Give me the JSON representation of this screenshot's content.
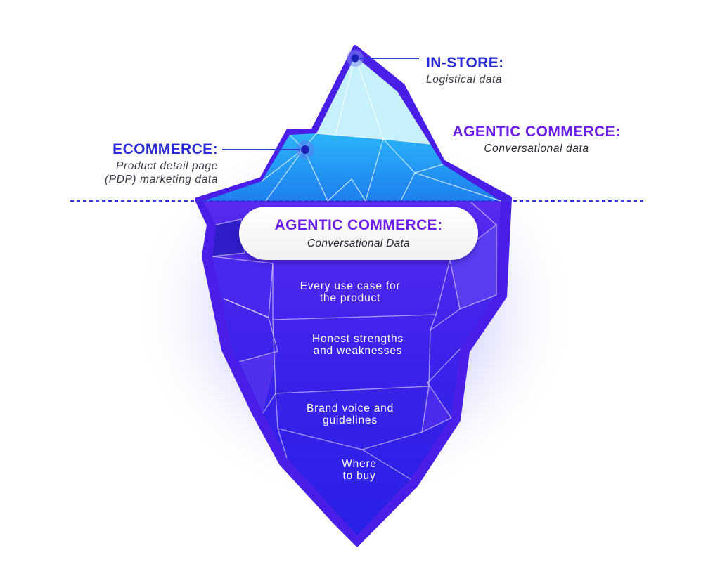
{
  "callouts": {
    "instore": {
      "title": "IN-STORE:",
      "subtitle": "Logistical data"
    },
    "ecommerce": {
      "title": "ECOMMERCE:",
      "subtitle_line1": "Product detail page",
      "subtitle_line2": "(PDP) marketing data"
    },
    "agentic_top": {
      "title": "AGENTIC COMMERCE:",
      "subtitle": "Conversational data"
    }
  },
  "pill": {
    "title": "AGENTIC COMMERCE:",
    "subtitle": "Conversational Data"
  },
  "layers": [
    {
      "line1": "Every use case for",
      "line2": "the product"
    },
    {
      "line1": "Honest strengths",
      "line2": "and weaknesses"
    },
    {
      "line1": "Brand voice and",
      "line2": "guidelines"
    },
    {
      "line1": "Where",
      "line2": "to buy"
    }
  ],
  "colors": {
    "outline": "#4a1ee6",
    "tip_light": "#c6f1fb",
    "ecommerce_blue": "#22aaf6",
    "underwater": "#3a1ee8",
    "title_blue": "#2a2ad6",
    "title_purple": "#6a1ee8",
    "waterline": "#2a3ad8"
  }
}
